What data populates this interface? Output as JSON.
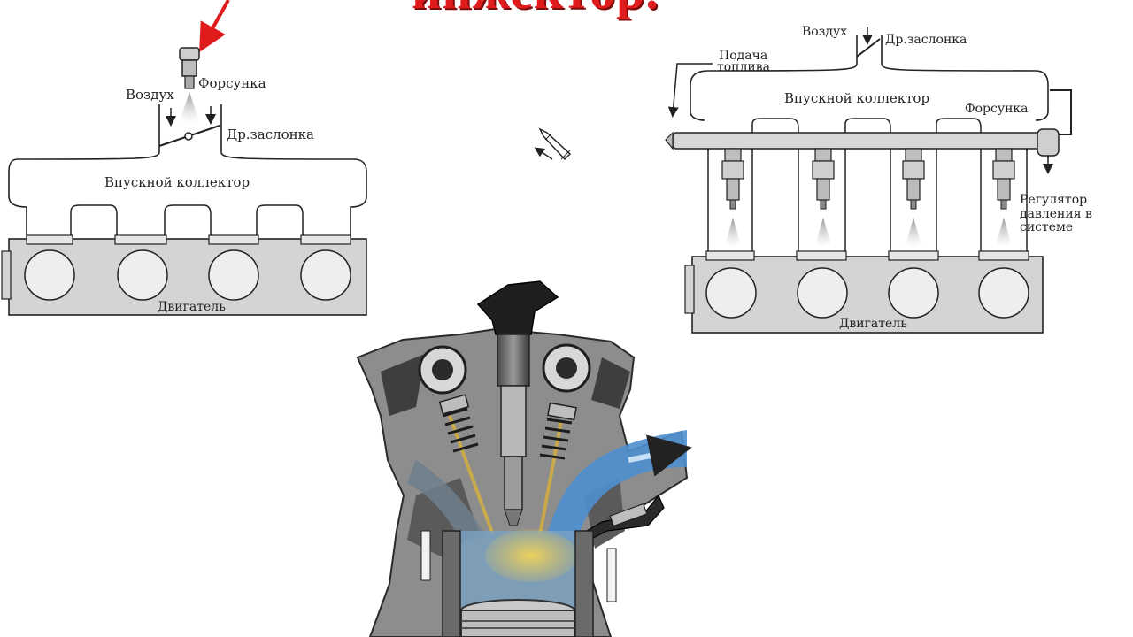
{
  "slide": {
    "title": "инжектор."
  },
  "diagram_mono": {
    "labels": {
      "injector": "Форсунка",
      "air": "Воздух",
      "throttle": "Др.заслонка",
      "manifold": "Впускной коллектор",
      "engine": "Двигатель"
    }
  },
  "diagram_multi": {
    "labels": {
      "air": "Воздух",
      "throttle": "Др.заслонка",
      "fuel_supply_line1": "Подача",
      "fuel_supply_line2": "топлива",
      "manifold": "Впускной коллектор",
      "injector": "Форсунка",
      "regulator_line1": "Регулятор",
      "regulator_line2": "давления в",
      "regulator_line3": "системе",
      "engine": "Двигатель"
    }
  },
  "colors": {
    "title": "#e01b1b",
    "arrow": "#e01b1b",
    "block": "#d2d2d2",
    "intake_flow": "#4f8fd0",
    "fuel_spray": "#e9c94a"
  },
  "icons": {
    "pencil_cursor": "pencil-cursor-icon"
  }
}
